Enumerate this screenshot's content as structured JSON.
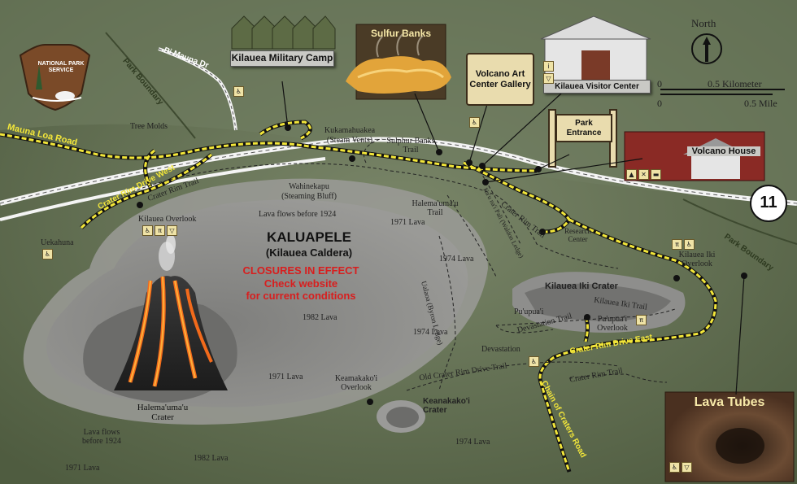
{
  "title": {
    "name": "KALUAPELE",
    "subtitle": "(Kilauea Caldera)"
  },
  "closure": {
    "line1": "CLOSURES IN EFFECT",
    "line2": "Check website",
    "line3": "for current conditions"
  },
  "logo": {
    "text": "NATIONAL PARK SERVICE"
  },
  "north": {
    "label": "North"
  },
  "scale": {
    "zero1": "0",
    "km": "0.5 Kilometer",
    "zero2": "0",
    "mile": "0.5 Mile"
  },
  "route": {
    "number": "11"
  },
  "roads": {
    "mauna_loa": "Mauna Loa Road",
    "pi_mauna": "Pi Mauna Dr",
    "crater_rim_west": "Crater Rim Drive West",
    "crater_rim_east": "Crater Rim Drive East",
    "chain_of_craters": "Chain of Craters Road",
    "park_boundary_1": "Park Boundary",
    "park_boundary_2": "Park Boundary"
  },
  "trails": {
    "crater_rim_trail_w": "Crater Rim Trail",
    "sulphur_banks": "Sulphur Banks Trail",
    "halemaumau_trail": "Halema'uma'u Trail",
    "kuunaiki": "Ka'u na'i Pali (Waldon Ledge)",
    "crater_rim_trail_e": "Crater Rim Trail",
    "kilauea_iki_trail": "Kilauea Iki Trail",
    "devastation_trail": "Devastation Trail",
    "old_crater_rim": "Old Crater Rim Drive Trail",
    "crater_rim_trail_s": "Crater Rim Trail",
    "uwekahuna": "Uekahuna",
    "ualaaa": "Ualaoa (Byron Ledge)"
  },
  "signs": {
    "military_camp": "Kilauea Military Camp",
    "sulfur_banks": "Sulfur Banks",
    "art_center": "Volcano Art Center Gallery",
    "visitor_center": "Kilauea Visitor Center",
    "park_entrance": "Park Entrance",
    "volcano_house": "Volcano House",
    "lava_tubes": "Lava Tubes"
  },
  "places": {
    "tree_molds": "Tree Molds",
    "kukamahuakea": "Kukamahuakea",
    "steam_vents": "(Steam Vents)",
    "wahinekapu": "Wahinekapu",
    "steaming_bluff": "(Steaming Bluff)",
    "kilauea_overlook": "Kilauea Overlook",
    "uekahuna": "Uekahuna",
    "research_center": "Research Center",
    "kilauea_iki_overlook": "Kilauea Iki Overlook",
    "kilauea_iki_crater": "Kilauea Iki Crater",
    "puupuai": "Pu'upua'i",
    "puupuai_overlook": "Pu'upua'i Overlook",
    "devastation": "Devastation",
    "keamakakoi_overlook": "Keamakako'i Overlook",
    "keanakakoi_crater": "Keanakako'i Crater",
    "halemaumau_crater": "Halema'uma'u Crater"
  },
  "lava": {
    "flows_1924": "Lava flows before 1924",
    "l1971_a": "1971 Lava",
    "l1974_a": "1974 Lava",
    "l1982_a": "1982 Lava",
    "l1974_b": "1974 Lava",
    "l1971_b": "1971 Lava",
    "flows_1924_b": "Lava flows before 1924",
    "l1974_c": "1974 Lava",
    "l1971_c": "1971 Lava",
    "l1982_b": "1982 Lava"
  },
  "colors": {
    "land": "#5f6c50",
    "caldera": "#8a8a88",
    "road": "#f2e63a",
    "closure": "#d81e1e"
  }
}
